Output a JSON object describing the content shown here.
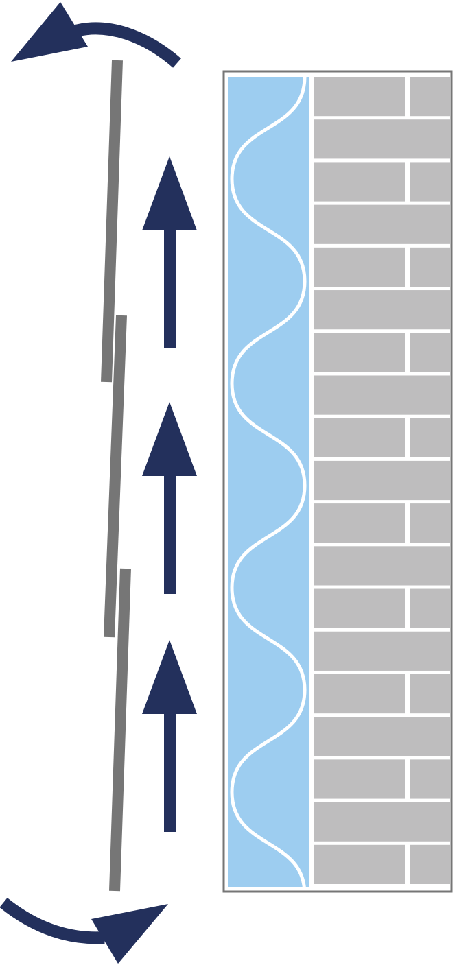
{
  "diagram": {
    "kind": "ventilated-facade-cross-section",
    "colors": {
      "airflow_arrow": "#23305c",
      "cladding_board": "#767676",
      "insulation": "#9dcdf0",
      "insulation_wave": "#ffffff",
      "brick": "#bebdbe",
      "mortar": "#ffffff",
      "wall_frame": "#767676",
      "background": "#ffffff"
    },
    "icons": {
      "top_curved_arrow": "curved-arrow-exhaust-icon",
      "bottom_curved_arrow": "curved-arrow-intake-icon",
      "straight_arrows": "arrow-up-icon"
    },
    "airflow": {
      "direction": "upward",
      "straight_arrow_count": 3
    },
    "cladding": {
      "board_count": 3
    },
    "wall": {
      "brick_course_count": 19
    }
  }
}
